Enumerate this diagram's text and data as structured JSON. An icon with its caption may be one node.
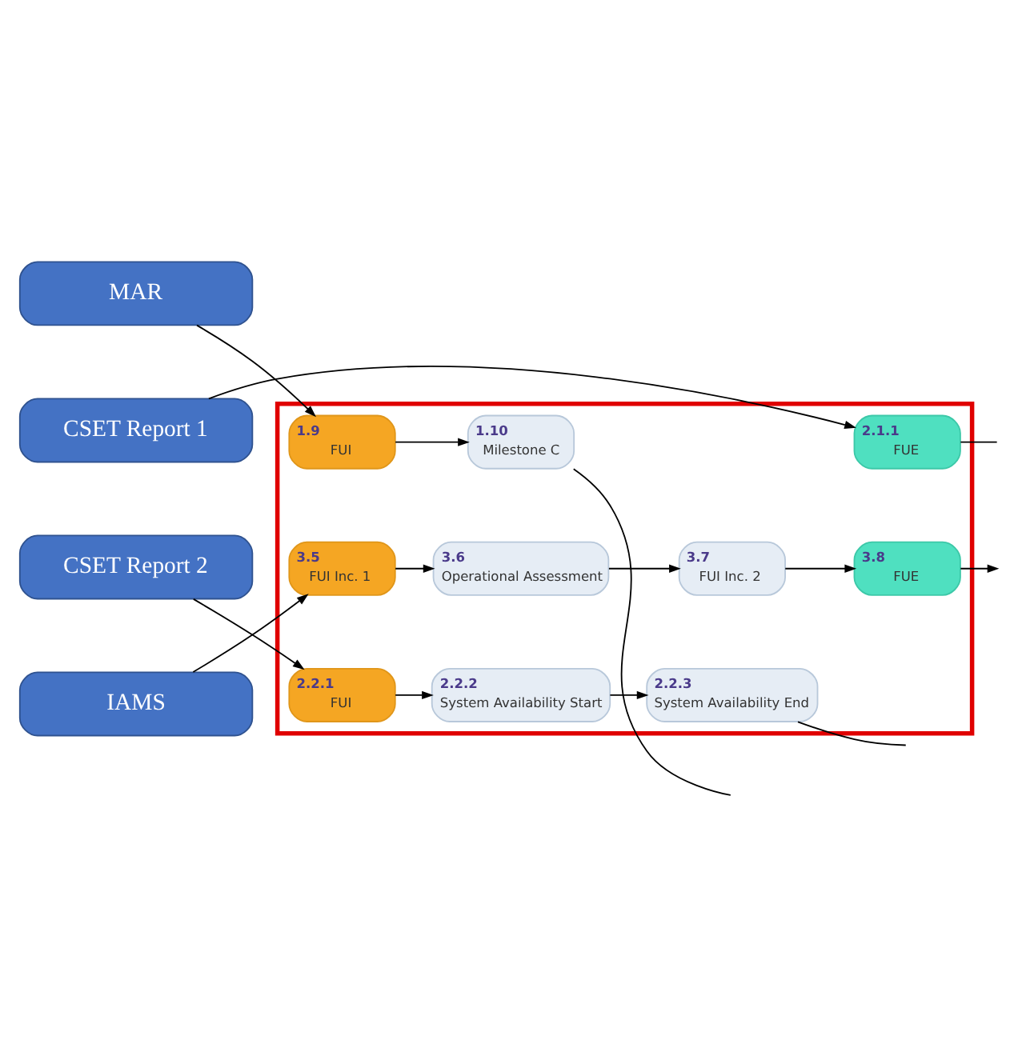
{
  "diagram": {
    "nodes": [
      {
        "text": [],
        "shape": "box"
      },
      {
        "text": [
          "MAR"
        ]
      },
      {
        "text": [
          "1.9",
          "FUI"
        ],
        "in": 0
      },
      {
        "text": [
          "1.10",
          "Milestone C"
        ],
        "in": 0
      },
      {
        "text": [
          "CSET Report 1"
        ]
      },
      {
        "text": [
          "2.1.1",
          "FUE"
        ],
        "in": 0
      },
      {
        "text": [
          "CSET Report 2"
        ]
      },
      {
        "text": [
          "2.2.1",
          "FUI"
        ],
        "in": 0
      },
      {
        "text": [
          "2.2.2",
          "System Availability Start"
        ],
        "in": 0
      },
      {
        "text": [
          "2.2.3",
          "System Availability End"
        ],
        "in": 0
      },
      {
        "text": [
          "IAMS"
        ]
      },
      {
        "text": [
          "3.5",
          "FUI Inc. 1"
        ],
        "in": 0
      },
      {
        "text": [
          "3.6",
          "Operational Assessment"
        ],
        "in": 0
      },
      {
        "text": [
          "3.7",
          "FUI Inc. 2"
        ],
        "in": 0
      },
      {
        "text": [
          "3.8",
          "FUE"
        ],
        "in": 0
      }
    ],
    "edges": [
      {
        "from": 1,
        "to": 2,
        "arrow": "to"
      },
      {
        "from": 2,
        "to": 3,
        "arrow": "to"
      },
      {
        "from": 3,
        "to": null,
        "arrow": "none"
      },
      {
        "from": 4,
        "to": 5,
        "arrow": "to"
      },
      {
        "from": 5,
        "to": null,
        "arrow": "none"
      },
      {
        "from": 6,
        "to": 7,
        "arrow": "to"
      },
      {
        "from": 7,
        "to": 8,
        "arrow": "to"
      },
      {
        "from": 8,
        "to": 9,
        "arrow": "to"
      },
      {
        "from": 9,
        "to": null,
        "arrow": "none"
      },
      {
        "from": 10,
        "to": 11,
        "arrow": "to"
      },
      {
        "from": 11,
        "to": 12,
        "arrow": "to"
      },
      {
        "from": 12,
        "to": 13,
        "arrow": "to"
      },
      {
        "from": 13,
        "to": 14,
        "arrow": "to"
      },
      {
        "from": 14,
        "to": null,
        "arrow": "to"
      }
    ]
  }
}
